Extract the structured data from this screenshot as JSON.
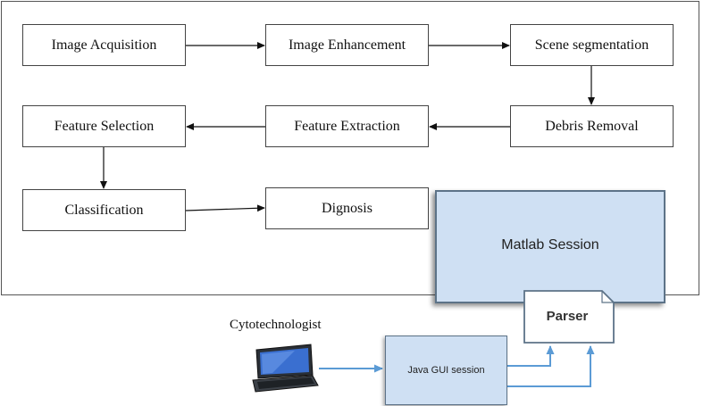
{
  "flowchart": {
    "steps": {
      "image_acquisition": "Image Acquisition",
      "image_enhancement": "Image Enhancement",
      "scene_segmentation": "Scene segmentation",
      "debris_removal": "Debris Removal",
      "feature_extraction": "Feature Extraction",
      "feature_selection": "Feature Selection",
      "classification": "Classification",
      "dignosis": "Dignosis"
    }
  },
  "architecture": {
    "matlab_session": "Matlab Session",
    "parser": "Parser",
    "java_gui_session": "Java GUI session",
    "user_label": "Cytotechnologist",
    "icons": [
      "laptop-icon"
    ],
    "colors": {
      "session_fill": "#cfe0f3",
      "arrow": "#5b9bd5",
      "session_border": "#5d7388"
    }
  }
}
